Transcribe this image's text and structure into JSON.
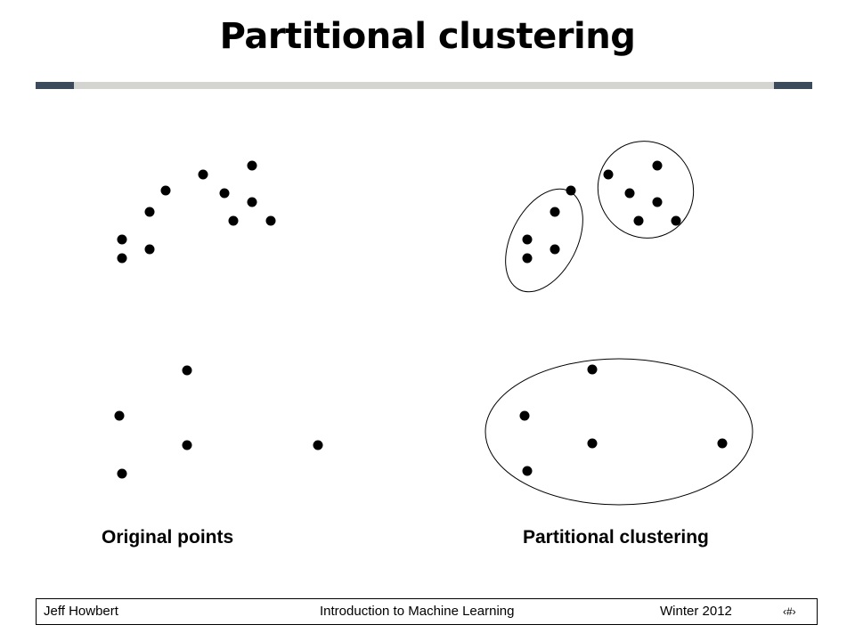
{
  "slide": {
    "title": "Partitional clustering",
    "captions": {
      "original": "Original points",
      "partitional": "Partitional clustering"
    }
  },
  "footer": {
    "author": "Jeff Howbert",
    "course": "Introduction to Machine Learning",
    "term": "Winter 2012",
    "page_number": "‹#›"
  },
  "colors": {
    "point": "#000000",
    "rule_dark": "#3b4b5b",
    "rule_light": "#d4d4d0"
  }
}
